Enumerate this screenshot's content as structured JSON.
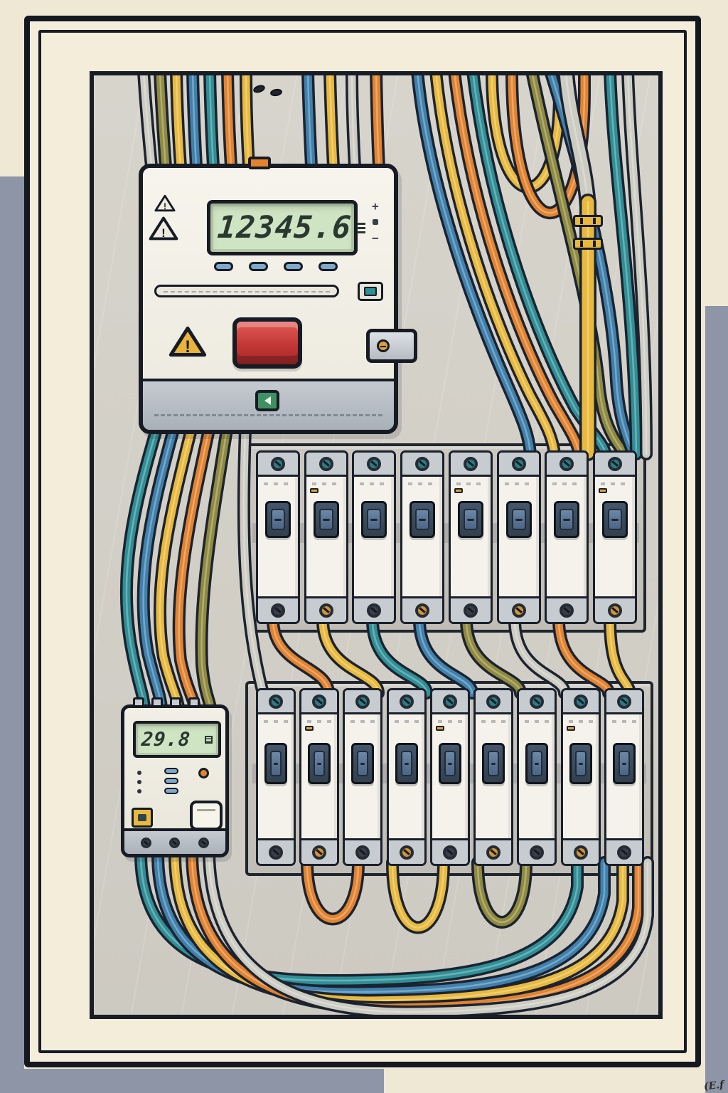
{
  "illustration": {
    "signature": "(E.f"
  },
  "palette": {
    "background": "#efe8d4",
    "shadow": "#8d95a7",
    "frame": "#f3edda",
    "panel": "#d5d2ca",
    "outline": "#1c2330",
    "wire_yellow": "#e9b93d",
    "wire_orange": "#e2832f",
    "wire_blue": "#3f81ad",
    "wire_teal": "#2f8f96",
    "wire_olive": "#8f8a3e",
    "wire_gray": "#cdccc2",
    "lcd_bg": "#cfe4c2",
    "lcd_digits": "#2a3830",
    "stop_button": "#d84848",
    "warning_yellow": "#eab33b"
  },
  "main_meter": {
    "display_value": "12345.6",
    "plus_mark": "+",
    "minus_mark": "−"
  },
  "aux_meter": {
    "display_value": "29.8"
  },
  "icons": {
    "warning_mark": "!"
  },
  "breaker_rows": {
    "row1_count": 8,
    "row2_count": 9
  }
}
